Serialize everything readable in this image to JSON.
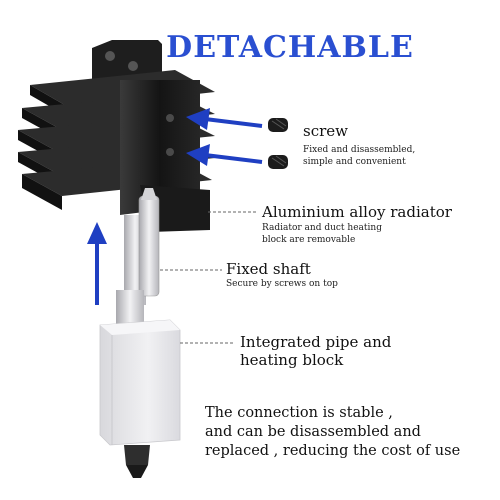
{
  "title": "DETACHABLE",
  "labels": {
    "screw": {
      "title": "screw",
      "desc_lines": [
        "Fixed and disassembled,",
        "simple and convenient"
      ]
    },
    "radiator": {
      "title": "Aluminium alloy radiator",
      "desc_lines": [
        "Radiator and duct heating",
        "block are removable"
      ]
    },
    "shaft": {
      "title": "Fixed shaft",
      "desc_lines": [
        "Secure by screws on top"
      ]
    },
    "pipe": {
      "title_lines": [
        "Integrated pipe and",
        "heating block"
      ]
    }
  },
  "bottom_text": [
    "The connection is stable ,",
    "and can be disassembled and",
    "replaced , reducing the cost of use"
  ],
  "colors": {
    "title": "#2a4fd1",
    "arrow": "#1f3fc2",
    "heatsink": "#1b1b1b",
    "block": "#e9e9ec"
  }
}
